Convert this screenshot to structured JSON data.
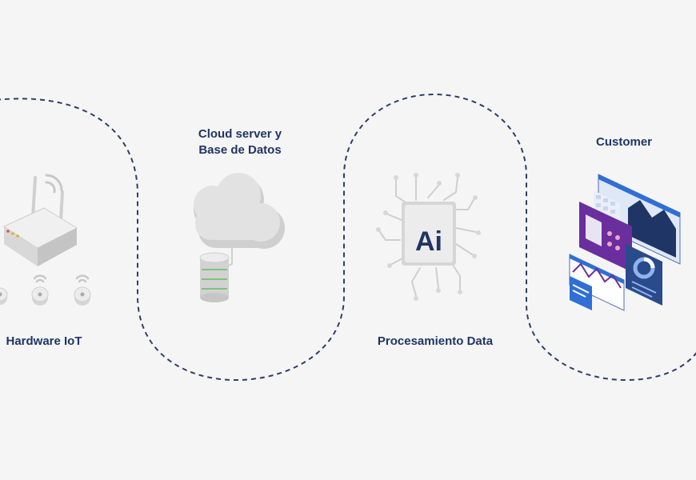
{
  "stages": [
    {
      "label": "Hardware IoT"
    },
    {
      "label_line1": "Cloud server y",
      "label_line2": "Base de Datos"
    },
    {
      "label": "Procesamiento Data"
    },
    {
      "label": "Customer"
    }
  ],
  "chip_text": "Ai",
  "colors": {
    "background": "#f5f5f5",
    "label": "#1f3566",
    "dashed_line": "#2d3e6b",
    "accent_purple": "#6a2e9e",
    "accent_blue": "#2f6fd6",
    "device_gray": "#d9d9d9",
    "led_green": "#7cc47f"
  }
}
